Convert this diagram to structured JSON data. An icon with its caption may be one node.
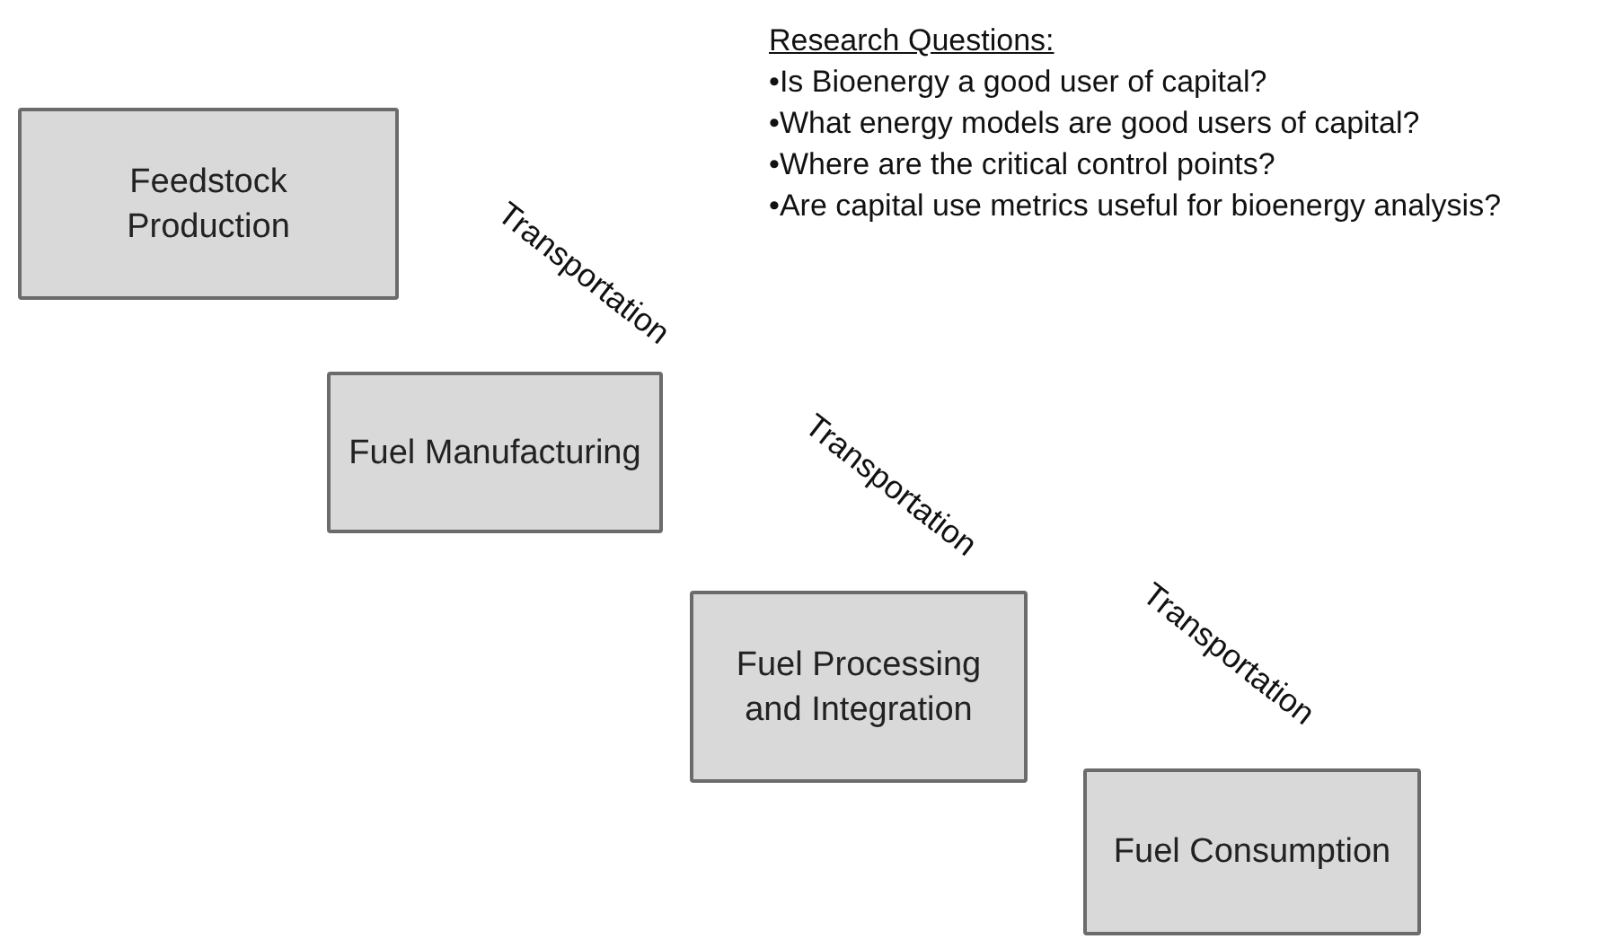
{
  "diagram": {
    "nodes": [
      {
        "text": [
          "Feedstock Production"
        ]
      },
      {
        "text": [
          "Fuel Manufacturing"
        ]
      },
      {
        "text": [
          "Fuel Processing and Integration"
        ]
      },
      {
        "text": [
          "Fuel Consumption"
        ]
      }
    ],
    "labels": [
      "Research Questions:",
      "•Is Bioenergy a good user of capital?",
      "•What energy models are good users of capital?",
      "•Where are the critical control points?",
      "•Are capital use metrics useful for bioenergy analysis?",
      "Transportation",
      "Transportation",
      "Transportation"
    ]
  }
}
